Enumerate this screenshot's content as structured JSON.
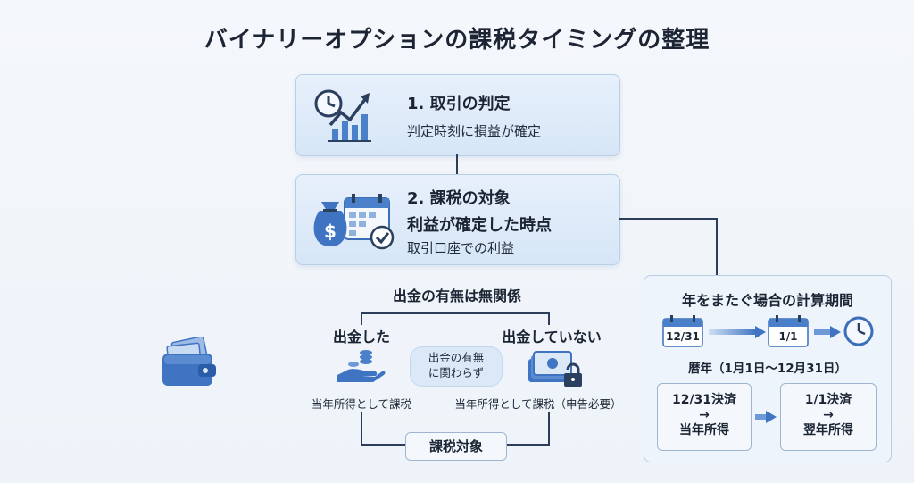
{
  "title": "バイナリーオプションの課税タイミングの整理",
  "step1": {
    "heading": "1. 取引の判定",
    "detail": "判定時刻に損益が確定",
    "icon": "clock-chart-icon"
  },
  "step2": {
    "heading": "2. 課税の対象",
    "emphasis": "利益が確定した時点",
    "detail": "取引口座での利益",
    "icon": "moneybag-calendar-icon"
  },
  "withdrawal": {
    "header": "出金の有無は無関係",
    "left_label": "出金した",
    "left_result": "当年所得として課税",
    "right_label": "出金していない",
    "right_result": "当年所得として課税（申告必要）",
    "middle_note_line1": "出金の有無",
    "middle_note_line2": "に関わらず",
    "bottom": "課税対象"
  },
  "period": {
    "header": "年をまたぐ場合の計算期間",
    "cal1": "12/31",
    "cal2": "1/1",
    "calendar_year": "暦年（1月1日〜12月31日）",
    "box1_line1": "12/31決済",
    "box1_arrow": "→",
    "box1_line2": "当年所得",
    "box2_line1": "1/1決済",
    "box2_arrow": "→",
    "box2_line2": "翌年所得"
  },
  "colors": {
    "accent": "#3b73c5",
    "line": "#2c3e5a",
    "card_bg": "#dce9f8"
  }
}
